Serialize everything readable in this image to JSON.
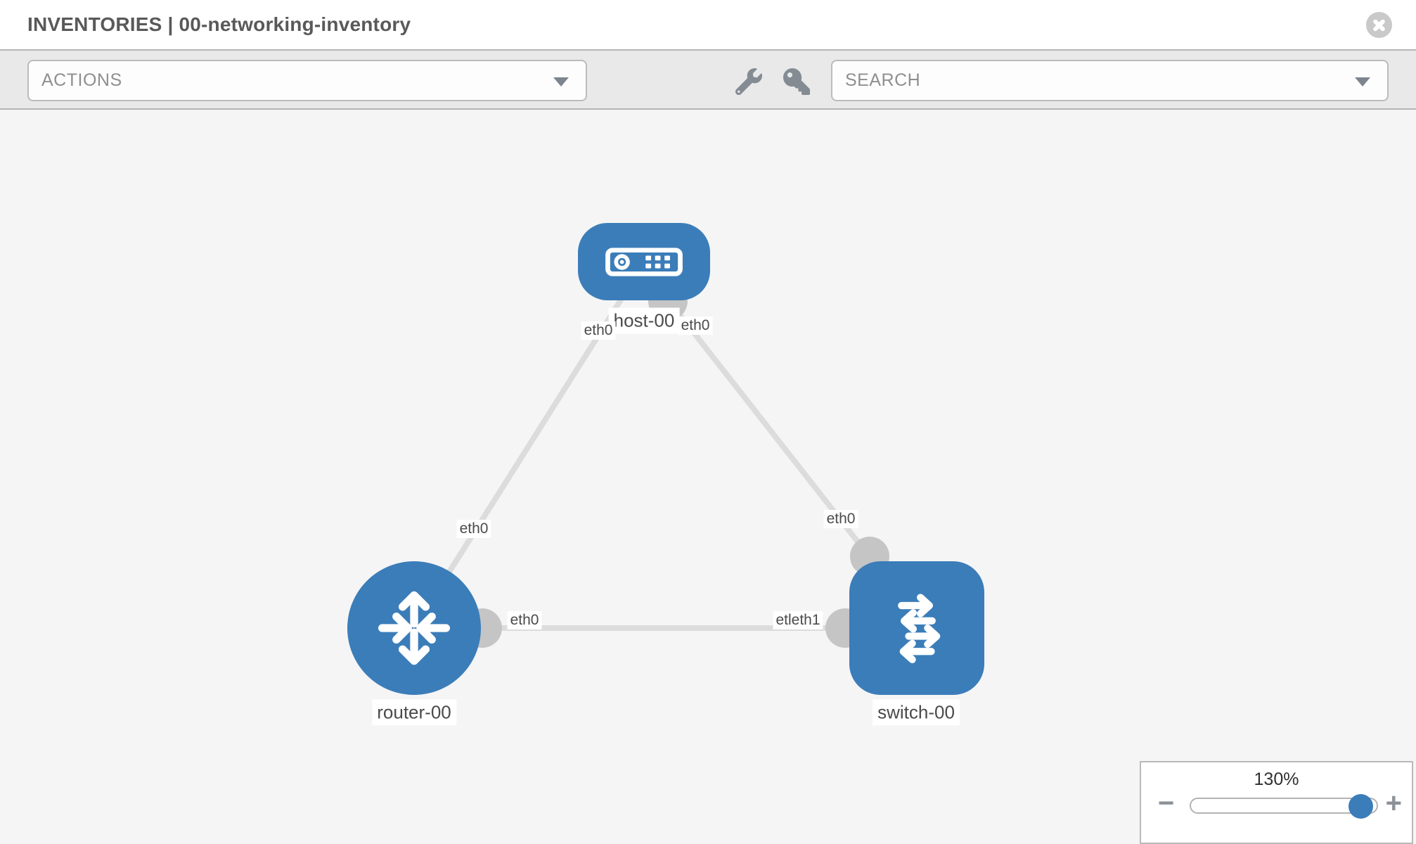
{
  "header": {
    "title": "INVENTORIES | 00-networking-inventory"
  },
  "toolbar": {
    "actions_label": "ACTIONS",
    "search_label": "SEARCH",
    "icons": [
      "wrench-icon",
      "key-icon"
    ]
  },
  "topology": {
    "nodes": [
      {
        "label": "host-00",
        "type": "host",
        "icon": "server-icon"
      },
      {
        "label": "router-00",
        "type": "router",
        "icon": "router-arrows-icon"
      },
      {
        "label": "switch-00",
        "type": "switch",
        "icon": "switch-arrows-icon"
      }
    ],
    "interface_labels": {
      "host_left": "eth0",
      "host_right": "eth0",
      "link_host_router": "eth0",
      "link_host_switch": "eth0",
      "router_right": "eth0",
      "switch_left": "etleth1"
    },
    "links": [
      {
        "from": "host-00",
        "to": "router-00"
      },
      {
        "from": "host-00",
        "to": "switch-00"
      },
      {
        "from": "router-00",
        "to": "switch-00"
      }
    ]
  },
  "zoom": {
    "level": "130%",
    "minus": "−",
    "plus": "+"
  },
  "colors": {
    "node_blue": "#3b7db9",
    "link_gray": "#dcdcdc",
    "connector_gray": "#c5c5c5",
    "toolbar_bg": "#e9e9ea",
    "canvas_bg": "#f5f5f6"
  }
}
